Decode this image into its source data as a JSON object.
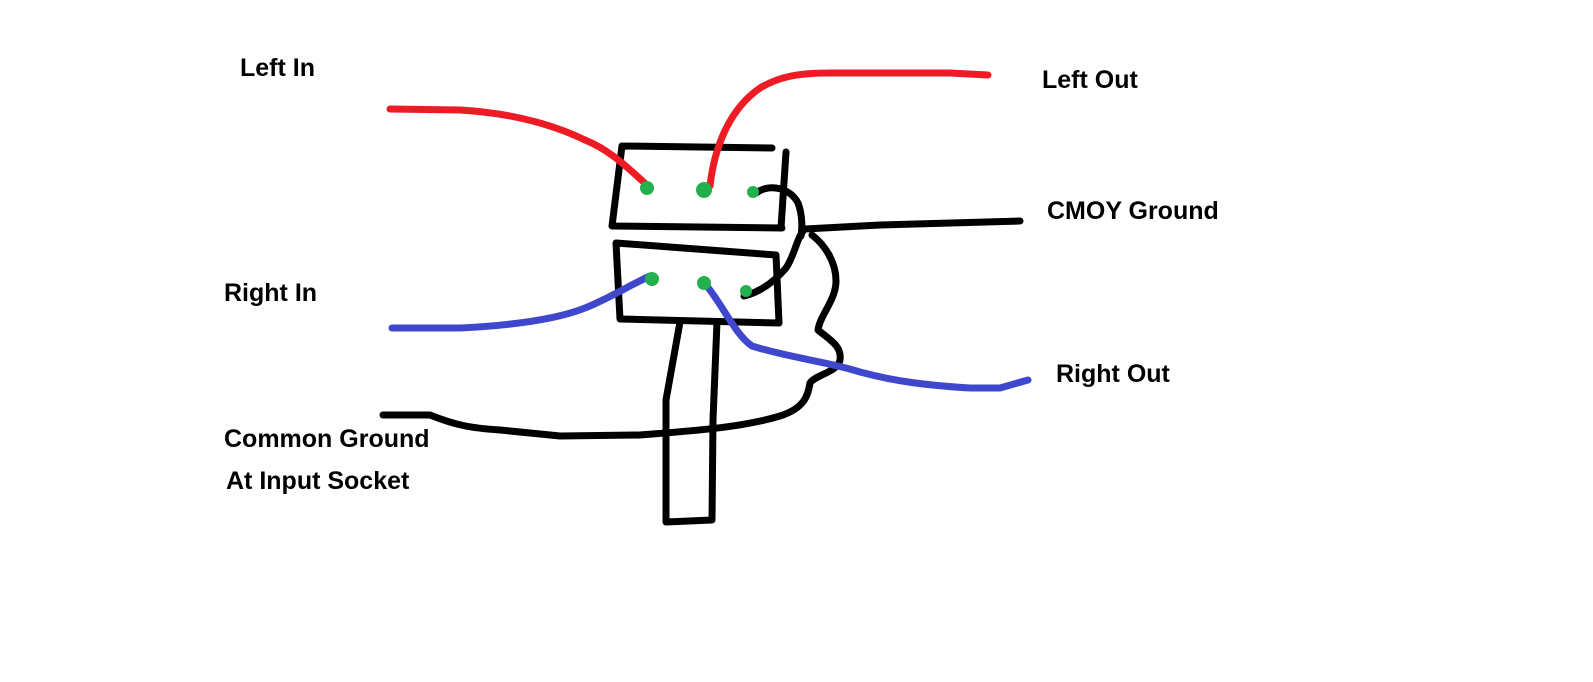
{
  "labels": {
    "left_in": "Left In",
    "left_out": "Left Out",
    "cmoy_ground": "CMOY Ground",
    "right_in": "Right In",
    "right_out": "Right Out",
    "common_ground_line1": "Common Ground",
    "common_ground_line2": "At Input Socket"
  },
  "colors": {
    "left_wire": "#ed1c24",
    "right_wire": "#3f48cc",
    "ground_wire": "#000000",
    "switch_outline": "#000000",
    "solder_pad": "#22b14c",
    "background": "#ffffff"
  }
}
